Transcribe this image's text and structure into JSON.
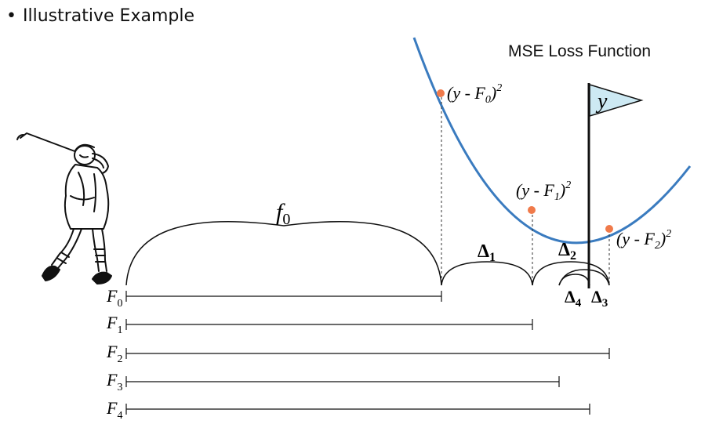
{
  "slide": {
    "bullet": "•",
    "title": "Illustrative Example",
    "loss_title": "MSE Loss Function"
  },
  "colors": {
    "curve": "#3a7bbf",
    "point": "#f07a4a",
    "flag": "#cde9f3",
    "ink": "#111111"
  },
  "labels": {
    "f0_base": "f",
    "f0_sub": "0",
    "delta": "Δ",
    "d1_sub": "1",
    "d2_sub": "2",
    "d3_sub": "3",
    "d4_sub": "4",
    "flag_y": "y",
    "loss0": {
      "pre": "(y - F",
      "sub": "0",
      "post": ")",
      "sup": "2"
    },
    "loss1": {
      "pre": "(y - F",
      "sub": "1",
      "post": ")",
      "sup": "2"
    },
    "loss2": {
      "pre": "(y - F",
      "sub": "2",
      "post": ")",
      "sup": "2"
    }
  },
  "rows": [
    {
      "base": "F",
      "sub": "0"
    },
    {
      "base": "F",
      "sub": "1"
    },
    {
      "base": "F",
      "sub": "2"
    },
    {
      "base": "F",
      "sub": "3"
    },
    {
      "base": "F",
      "sub": "4"
    }
  ],
  "icons": {
    "golfer": "golfer-illustration",
    "flag": "flag-icon"
  }
}
